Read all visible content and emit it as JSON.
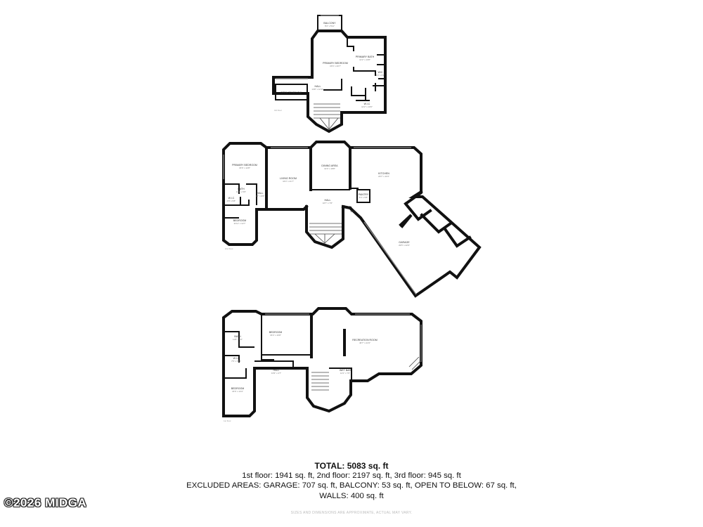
{
  "floors": [
    {
      "key": "upper",
      "floor_label": "3rd floor",
      "rooms": [
        {
          "key": "balcony",
          "name": "BALCONY",
          "dim": "8'4\" x 5'11\""
        },
        {
          "key": "primary_bath",
          "name": "PRIMARY BATH",
          "dim": "14'2\" x 10'8\""
        },
        {
          "key": "primary_bedroom",
          "name": "PRIMARY BEDROOM",
          "dim": "15'6\" x 20'7\""
        },
        {
          "key": "wc",
          "name": "W/C",
          "dim": "3'4\" x 6'2\""
        },
        {
          "key": "hall",
          "name": "HALL",
          "dim": "14'8\" x 12'11\""
        },
        {
          "key": "open_to_below",
          "name": "OPEN TO BELOW",
          "dim": ""
        },
        {
          "key": "wic",
          "name": "W.I.C",
          "dim": "14'2\" x 10'6\""
        }
      ]
    },
    {
      "key": "main",
      "floor_label": "2nd floor",
      "rooms": [
        {
          "key": "primary_bedroom",
          "name": "PRIMARY BEDROOM",
          "dim": "15'6\" x 12'8\""
        },
        {
          "key": "living_room",
          "name": "LIVING ROOM",
          "dim": "16'4\" x 21'7\""
        },
        {
          "key": "dining_area",
          "name": "DINING AREA",
          "dim": "12'4\" x 18'8\""
        },
        {
          "key": "kitchen",
          "name": "KITCHEN",
          "dim": "20'7\" x 11'9\""
        },
        {
          "key": "bath",
          "name": "BATH",
          "dim": "11'8\" x 5'6\""
        },
        {
          "key": "wic",
          "name": "W.I.C",
          "dim": "4'8\" x 5'8\""
        },
        {
          "key": "hall_small",
          "name": "HALL",
          "dim": "3'7\" x 9'5\""
        },
        {
          "key": "hall",
          "name": "HALL",
          "dim": "16'7\" x 7'6\""
        },
        {
          "key": "pantry",
          "name": "PANTRY",
          "dim": "6'4\" x 5'8\""
        },
        {
          "key": "bedroom",
          "name": "BEDROOM",
          "dim": "11'11\" x 12'7\""
        },
        {
          "key": "garage",
          "name": "GARAGE",
          "dim": "29'5\" x 22'9\""
        },
        {
          "key": "wc",
          "name": "W/C",
          "dim": ""
        }
      ]
    },
    {
      "key": "lower",
      "floor_label": "1st floor",
      "rooms": [
        {
          "key": "bath",
          "name": "BATH",
          "dim": "11'8\" x 5'6\""
        },
        {
          "key": "bedroom_a",
          "name": "BEDROOM",
          "dim": "15'4\" x 16'8\""
        },
        {
          "key": "recreation_room",
          "name": "RECREATION ROOM",
          "dim": "46'7\" x 21'9\""
        },
        {
          "key": "wic",
          "name": "W.I.C",
          "dim": "7'5\" x 5'11\""
        },
        {
          "key": "hall",
          "name": "HALL",
          "dim": "13'9\" x 4'7\""
        },
        {
          "key": "wet_bar",
          "name": "WET BAR",
          "dim": "14'1\" x 7'6\""
        },
        {
          "key": "bedroom_b",
          "name": "BEDROOM",
          "dim": "15'6\" x 13'4\""
        }
      ]
    }
  ],
  "summary": {
    "total": "TOTAL: 5083 sq. ft",
    "line1": "1st floor: 1941 sq. ft, 2nd floor: 2197 sq. ft, 3rd floor: 945 sq. ft",
    "line2": "EXCLUDED AREAS: GARAGE: 707 sq. ft, BALCONY: 53 sq. ft, OPEN TO BELOW: 67 sq. ft,",
    "line3": "WALLS: 400 sq. ft"
  },
  "disclaimer": "SIZES AND DIMENSIONS ARE APPROXIMATE, ACTUAL MAY VARY.",
  "watermark": "©2026 MIDGA"
}
